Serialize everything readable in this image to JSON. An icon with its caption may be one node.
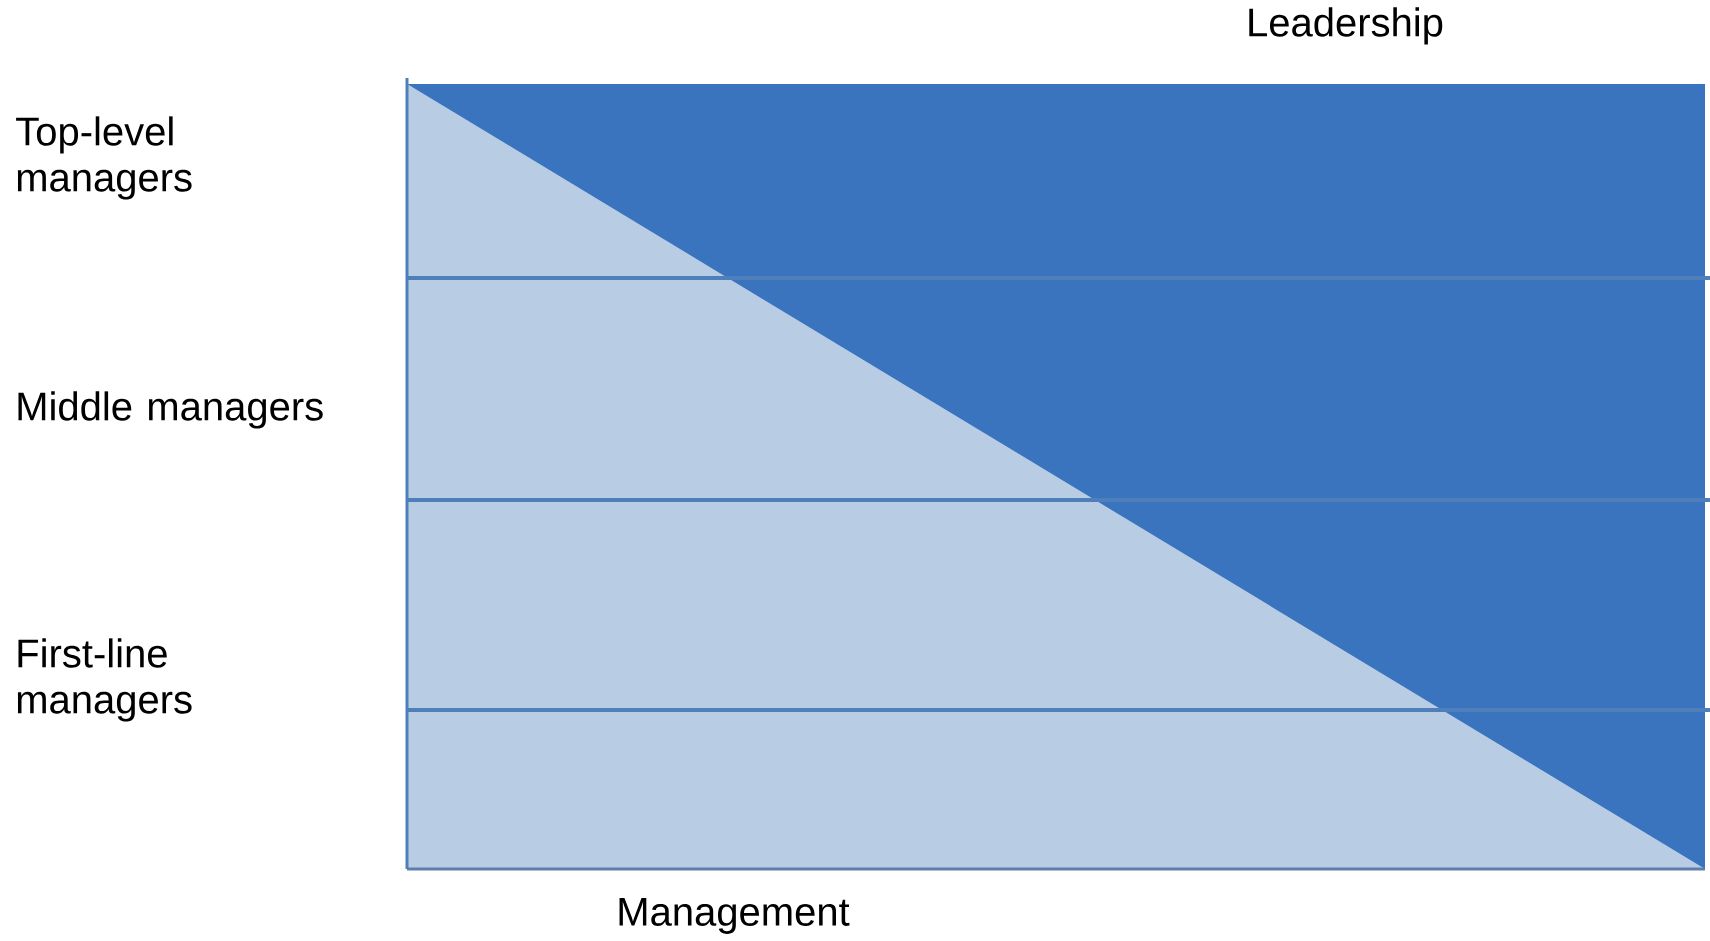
{
  "diagram": {
    "labels": [
      "Leadership",
      "Top-level managers",
      "Middle managers",
      "First-line managers",
      "Management"
    ]
  }
}
